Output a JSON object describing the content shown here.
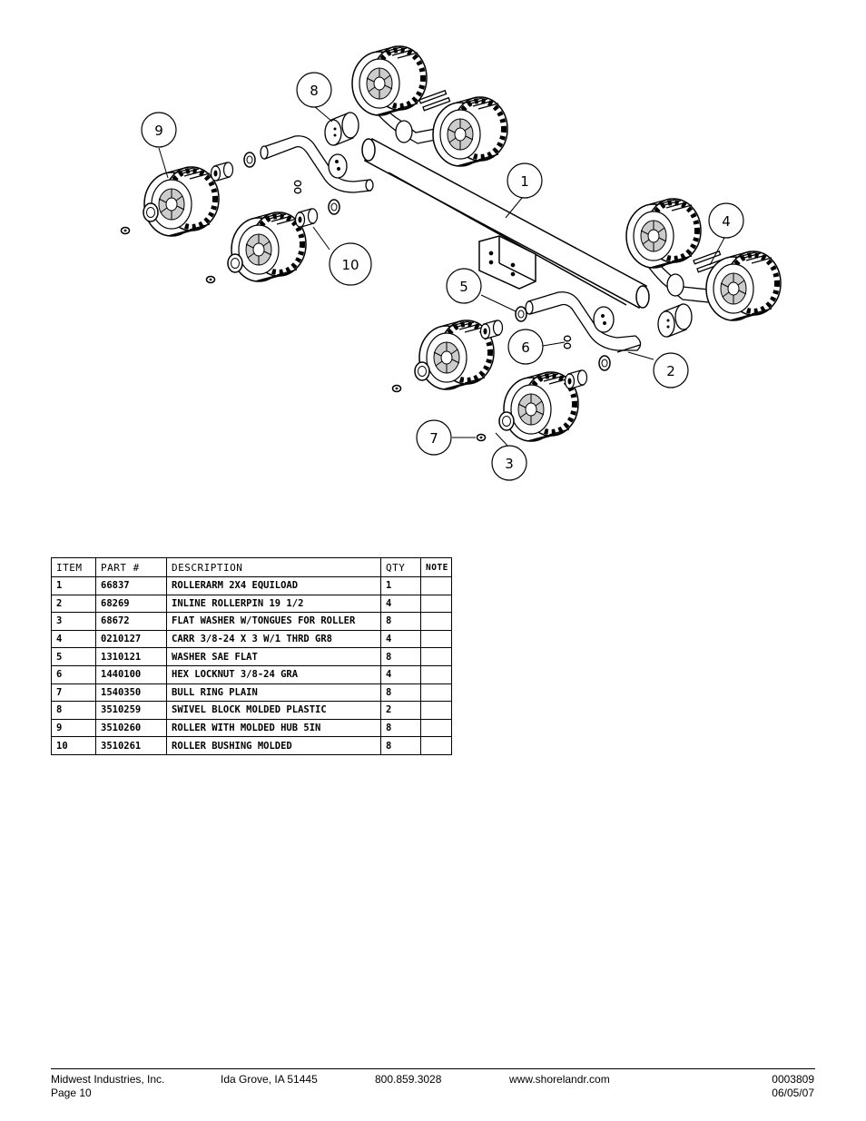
{
  "callouts": [
    "1",
    "2",
    "3",
    "4",
    "5",
    "6",
    "7",
    "8",
    "9",
    "10"
  ],
  "table": {
    "headers": [
      "ITEM",
      "PART #",
      "DESCRIPTION",
      "QTY",
      "NOTE"
    ],
    "rows": [
      {
        "item": "1",
        "part": "66837",
        "desc": "ROLLERARM  2X4 EQUILOAD",
        "qty": "1",
        "note": ""
      },
      {
        "item": "2",
        "part": "68269",
        "desc": "INLINE ROLLERPIN 19 1/2",
        "qty": "4",
        "note": ""
      },
      {
        "item": "3",
        "part": "68672",
        "desc": "FLAT WASHER W/TONGUES FOR ROLLER",
        "qty": "8",
        "note": ""
      },
      {
        "item": "4",
        "part": "0210127",
        "desc": "CARR 3/8-24 X 3 W/1 THRD GR8",
        "qty": "4",
        "note": ""
      },
      {
        "item": "5",
        "part": "1310121",
        "desc": "WASHER SAE FLAT",
        "qty": "8",
        "note": ""
      },
      {
        "item": "6",
        "part": "1440100",
        "desc": "HEX LOCKNUT 3/8-24 GRA",
        "qty": "4",
        "note": ""
      },
      {
        "item": "7",
        "part": "1540350",
        "desc": "BULL RING PLAIN",
        "qty": "8",
        "note": ""
      },
      {
        "item": "8",
        "part": "3510259",
        "desc": "SWIVEL BLOCK MOLDED PLASTIC",
        "qty": "2",
        "note": ""
      },
      {
        "item": "9",
        "part": "3510260",
        "desc": "ROLLER WITH MOLDED HUB  5IN",
        "qty": "8",
        "note": ""
      },
      {
        "item": "10",
        "part": "3510261",
        "desc": "ROLLER BUSHING MOLDED",
        "qty": "8",
        "note": ""
      }
    ]
  },
  "footer": {
    "company": "Midwest Industries, Inc.",
    "page": "Page 10",
    "address": "Ida Grove, IA 51445",
    "phone": "800.859.3028",
    "website": "www.shorelandr.com",
    "doc_number": "0003809",
    "date": "06/05/07"
  }
}
